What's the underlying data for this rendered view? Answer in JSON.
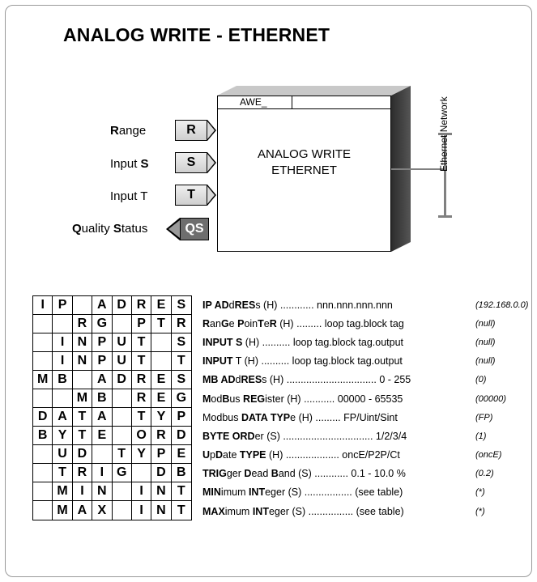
{
  "title": "ANALOG WRITE - ETHERNET",
  "inputs": [
    {
      "label_pre": "",
      "label_bold": "R",
      "label_post": "ange",
      "pin": "R"
    },
    {
      "label_pre": "Input ",
      "label_bold": "S",
      "label_post": "",
      "pin": "S"
    },
    {
      "label_pre": "Input T",
      "label_bold": "",
      "label_post": "",
      "pin": "T"
    }
  ],
  "output": {
    "label": [
      "Q",
      "uality ",
      "S",
      "tatus"
    ],
    "pin": "QS"
  },
  "block": {
    "name": "AWE_",
    "line1": "ANALOG WRITE",
    "line2": "ETHERNET"
  },
  "network_label": "Ethernet Network",
  "grid_rows": [
    [
      "I",
      "P",
      "",
      "A",
      "D",
      "R",
      "E",
      "S"
    ],
    [
      "",
      "",
      "R",
      "G",
      "",
      "P",
      "T",
      "R"
    ],
    [
      "",
      "I",
      "N",
      "P",
      "U",
      "T",
      "",
      "S"
    ],
    [
      "",
      "I",
      "N",
      "P",
      "U",
      "T",
      "",
      "T"
    ],
    [
      "M",
      "B",
      "",
      "A",
      "D",
      "R",
      "E",
      "S"
    ],
    [
      "",
      "",
      "M",
      "B",
      "",
      "R",
      "E",
      "G"
    ],
    [
      "D",
      "A",
      "T",
      "A",
      "",
      "T",
      "Y",
      "P"
    ],
    [
      "B",
      "Y",
      "T",
      "E",
      "",
      "O",
      "R",
      "D"
    ],
    [
      "",
      "U",
      "D",
      "",
      "T",
      "Y",
      "P",
      "E"
    ],
    [
      "",
      "T",
      "R",
      "I",
      "G",
      "",
      "D",
      "B"
    ],
    [
      "",
      "M",
      "I",
      "N",
      "",
      "I",
      "N",
      "T"
    ],
    [
      "",
      "M",
      "A",
      "X",
      "",
      "I",
      "N",
      "T"
    ]
  ],
  "params": [
    {
      "text": "IP ADdRESs (H) ............ nnn.nnn.nnn.nnn",
      "default": "(192.168.0.0)"
    },
    {
      "text": "RanGe PoinTeR (H) ......... loop tag.block tag",
      "default": "(null)"
    },
    {
      "text": "INPUT S (H) .......... loop tag.block tag.output",
      "default": "(null)"
    },
    {
      "text": "INPUT T (H) .......... loop tag.block tag.output",
      "default": "(null)"
    },
    {
      "text": "MB ADdRESs (H) ................................ 0 - 255",
      "default": "(0)"
    },
    {
      "text": "ModBus REGister (H) ........... 00000 - 65535",
      "default": "(00000)"
    },
    {
      "text": "Modbus DATA TYPe (H) ......... FP/Uint/Sint",
      "default": "(FP)"
    },
    {
      "text": "BYTE ORDer (S) ................................ 1/2/3/4",
      "default": "(1)"
    },
    {
      "text": "UpDate TYPE (H) ................... oncE/P2P/Ct",
      "default": "(oncE)"
    },
    {
      "text": "TRIGger Dead Band (S) ............ 0.1 - 10.0 %",
      "default": "(0.2)"
    },
    {
      "text": "MINimum INTeger (S) ................. (see table)",
      "default": "(*)"
    },
    {
      "text": "MAXimum INTeger (S) ................ (see table)",
      "default": "(*)"
    }
  ]
}
